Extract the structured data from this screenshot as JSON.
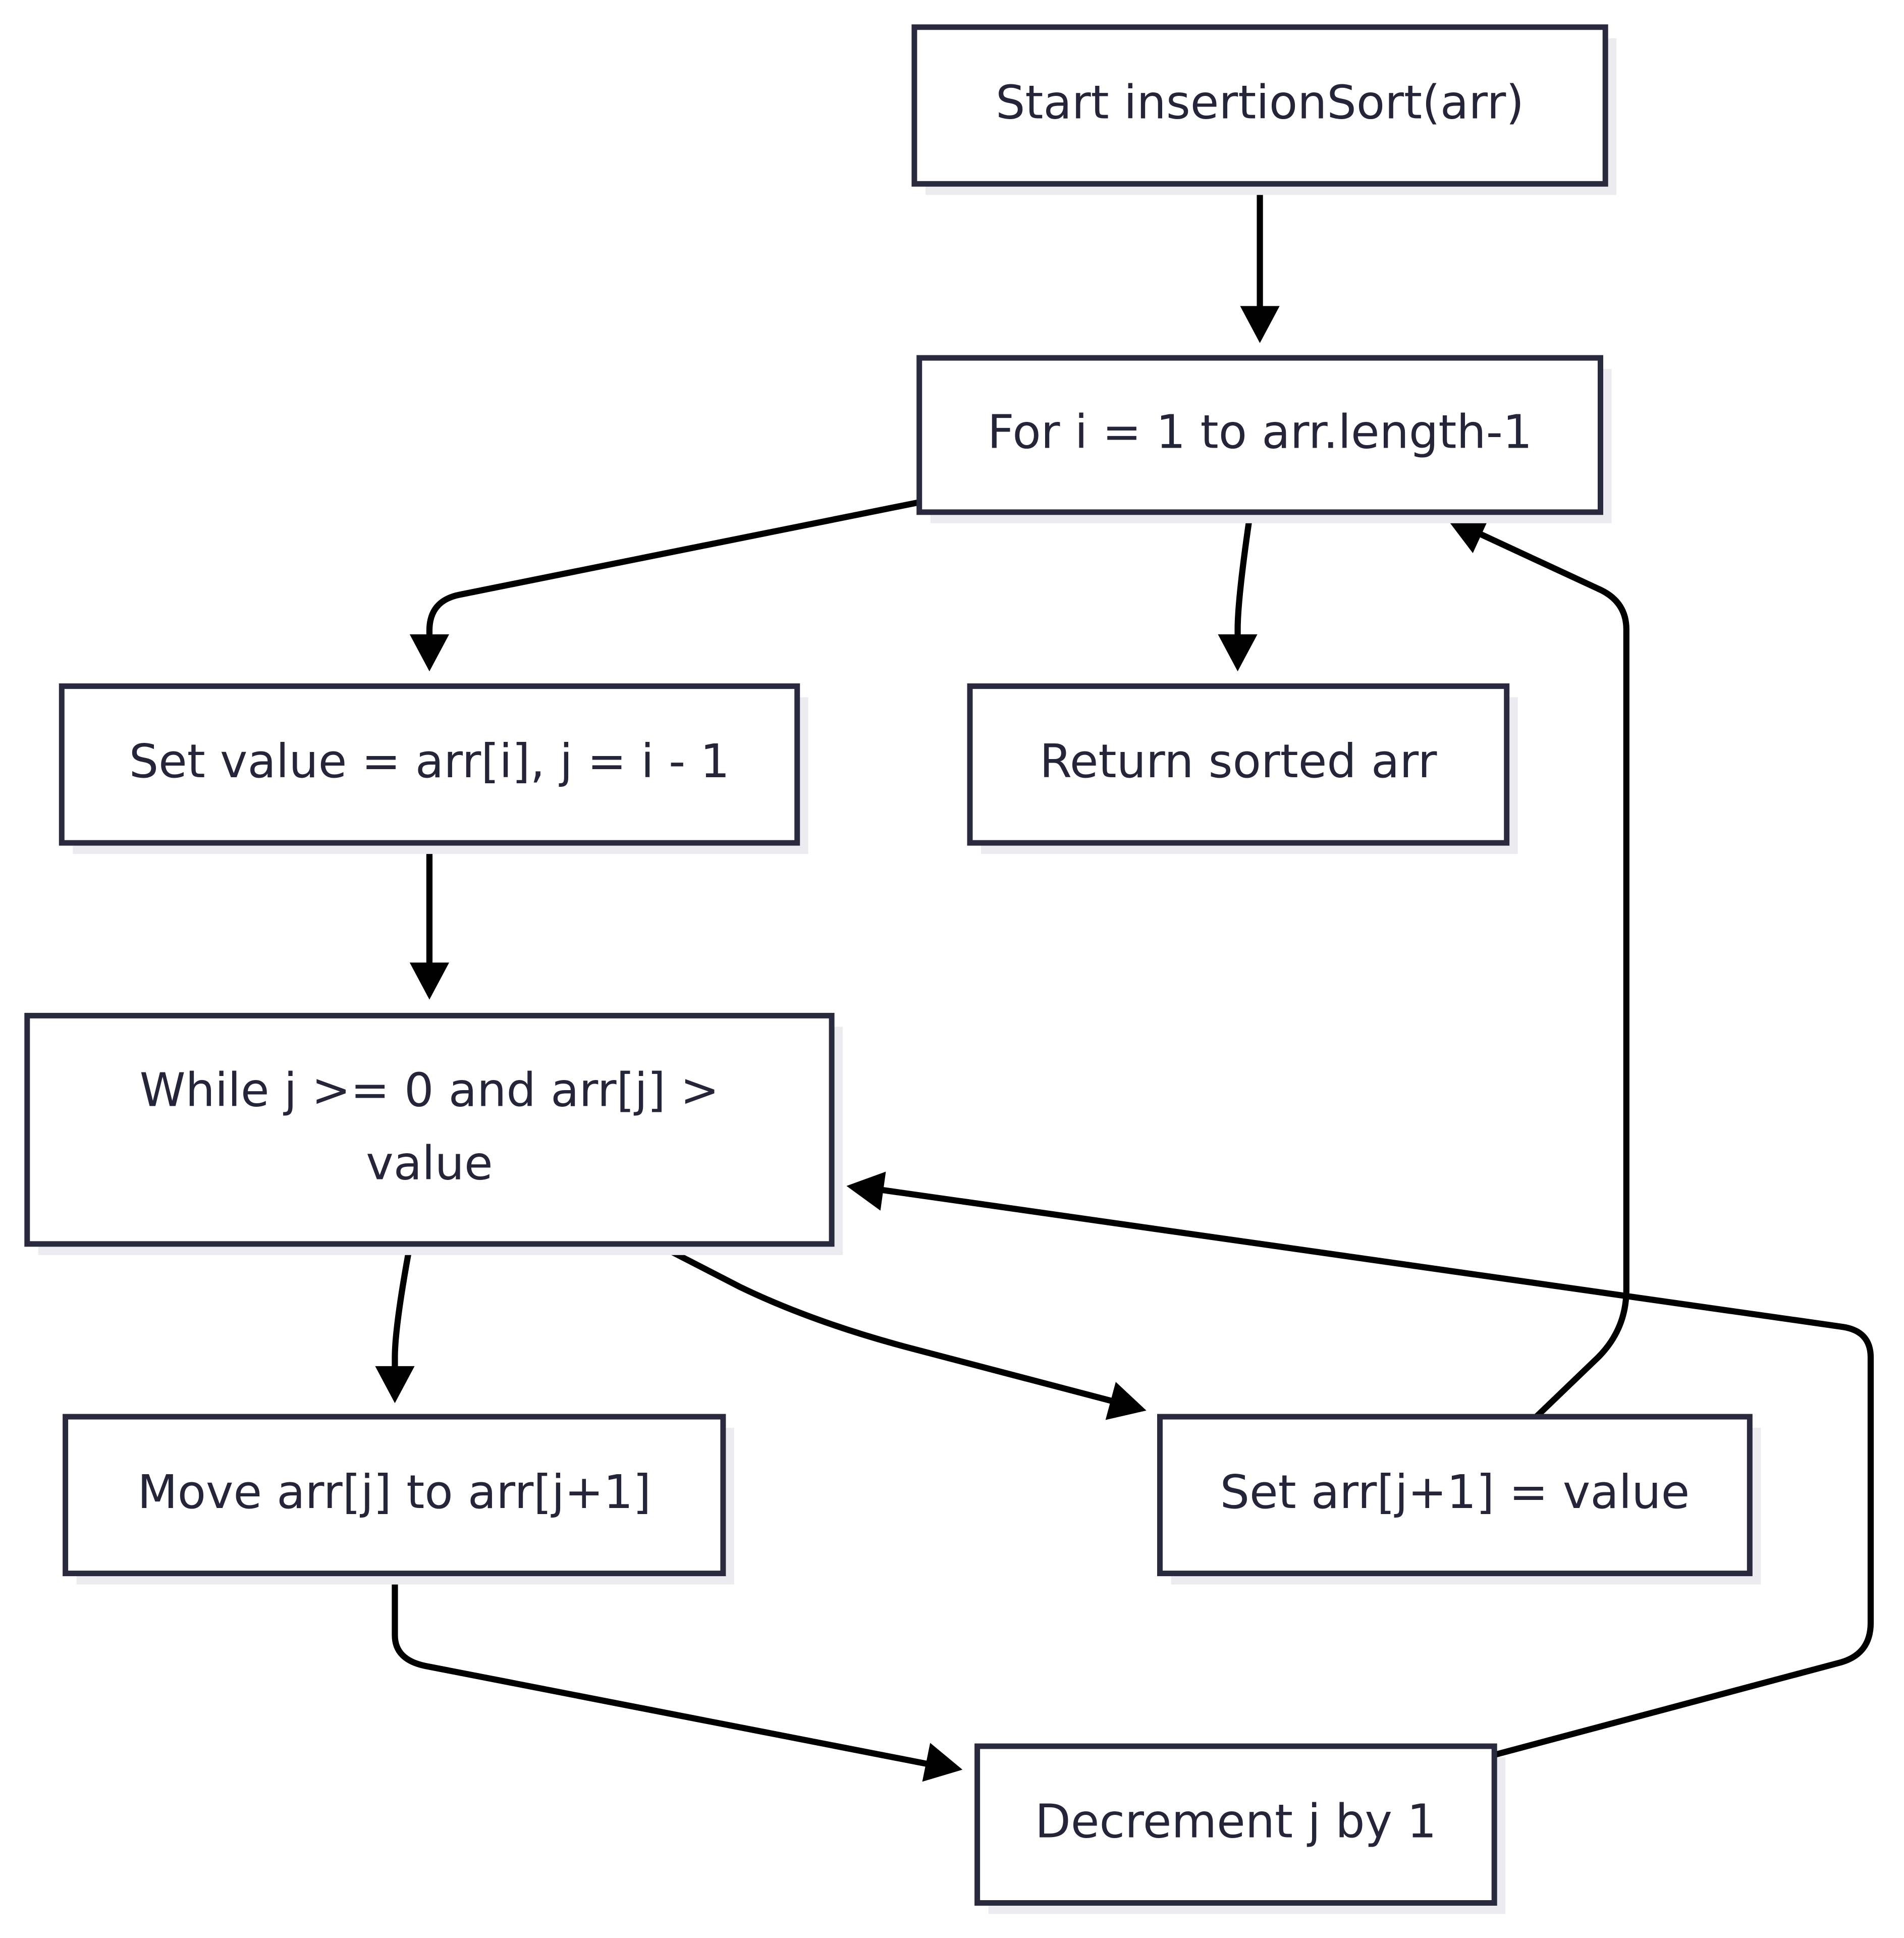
{
  "colors": {
    "node_border": "#2a2a3e",
    "node_fill": "#ffffff",
    "node_shadow": "#ececf0",
    "text": "#25253a",
    "edge": "#000000",
    "background": "#ffffff"
  },
  "nodes": [
    {
      "id": "start",
      "lines": [
        "Start insertionSort(arr)"
      ]
    },
    {
      "id": "for_loop",
      "lines": [
        "For i = 1 to arr.length-1"
      ]
    },
    {
      "id": "set_value",
      "lines": [
        "Set value = arr[i], j = i - 1"
      ]
    },
    {
      "id": "return",
      "lines": [
        "Return sorted arr"
      ]
    },
    {
      "id": "while_loop",
      "lines": [
        "While j >= 0 and arr[j] >",
        "value"
      ]
    },
    {
      "id": "move",
      "lines": [
        "Move arr[j] to arr[j+1]"
      ]
    },
    {
      "id": "set_arr",
      "lines": [
        "Set arr[j+1] = value"
      ]
    },
    {
      "id": "decrement",
      "lines": [
        "Decrement j by 1"
      ]
    }
  ],
  "edges": [
    {
      "from": "start",
      "to": "for_loop"
    },
    {
      "from": "for_loop",
      "to": "set_value"
    },
    {
      "from": "for_loop",
      "to": "return"
    },
    {
      "from": "set_value",
      "to": "while_loop"
    },
    {
      "from": "while_loop",
      "to": "move"
    },
    {
      "from": "while_loop",
      "to": "set_arr"
    },
    {
      "from": "move",
      "to": "decrement"
    },
    {
      "from": "decrement",
      "to": "while_loop"
    },
    {
      "from": "set_arr",
      "to": "for_loop"
    }
  ]
}
